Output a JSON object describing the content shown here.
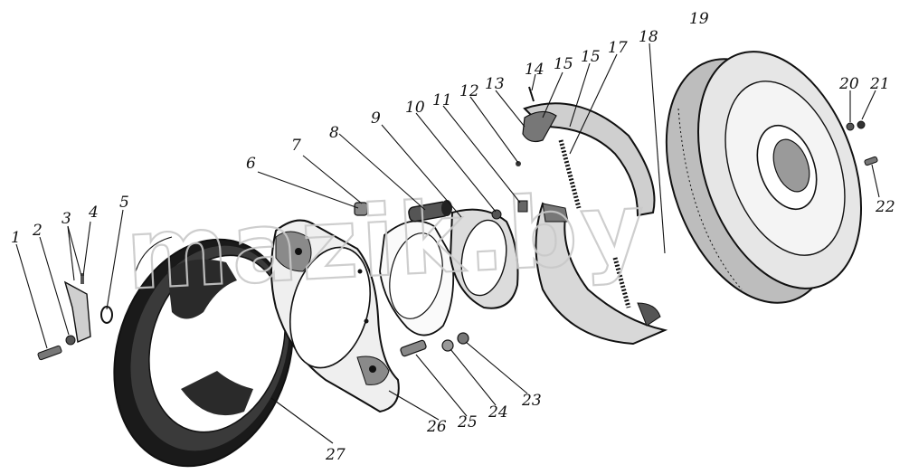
{
  "diagram": {
    "watermark": "mazik.by",
    "callouts": [
      {
        "id": "1",
        "label": "1"
      },
      {
        "id": "2",
        "label": "2"
      },
      {
        "id": "3",
        "label": "3"
      },
      {
        "id": "4",
        "label": "4"
      },
      {
        "id": "5",
        "label": "5"
      },
      {
        "id": "6",
        "label": "6"
      },
      {
        "id": "7",
        "label": "7"
      },
      {
        "id": "8",
        "label": "8"
      },
      {
        "id": "9",
        "label": "9"
      },
      {
        "id": "10",
        "label": "10"
      },
      {
        "id": "11",
        "label": "11"
      },
      {
        "id": "12",
        "label": "12"
      },
      {
        "id": "13",
        "label": "13"
      },
      {
        "id": "14",
        "label": "14"
      },
      {
        "id": "15a",
        "label": "15"
      },
      {
        "id": "15b",
        "label": "15"
      },
      {
        "id": "17",
        "label": "17"
      },
      {
        "id": "18",
        "label": "18"
      },
      {
        "id": "19",
        "label": "19"
      },
      {
        "id": "20",
        "label": "20"
      },
      {
        "id": "21",
        "label": "21"
      },
      {
        "id": "22",
        "label": "22"
      },
      {
        "id": "23",
        "label": "23"
      },
      {
        "id": "24",
        "label": "24"
      },
      {
        "id": "25",
        "label": "25"
      },
      {
        "id": "26",
        "label": "26"
      },
      {
        "id": "27",
        "label": "27"
      }
    ]
  }
}
